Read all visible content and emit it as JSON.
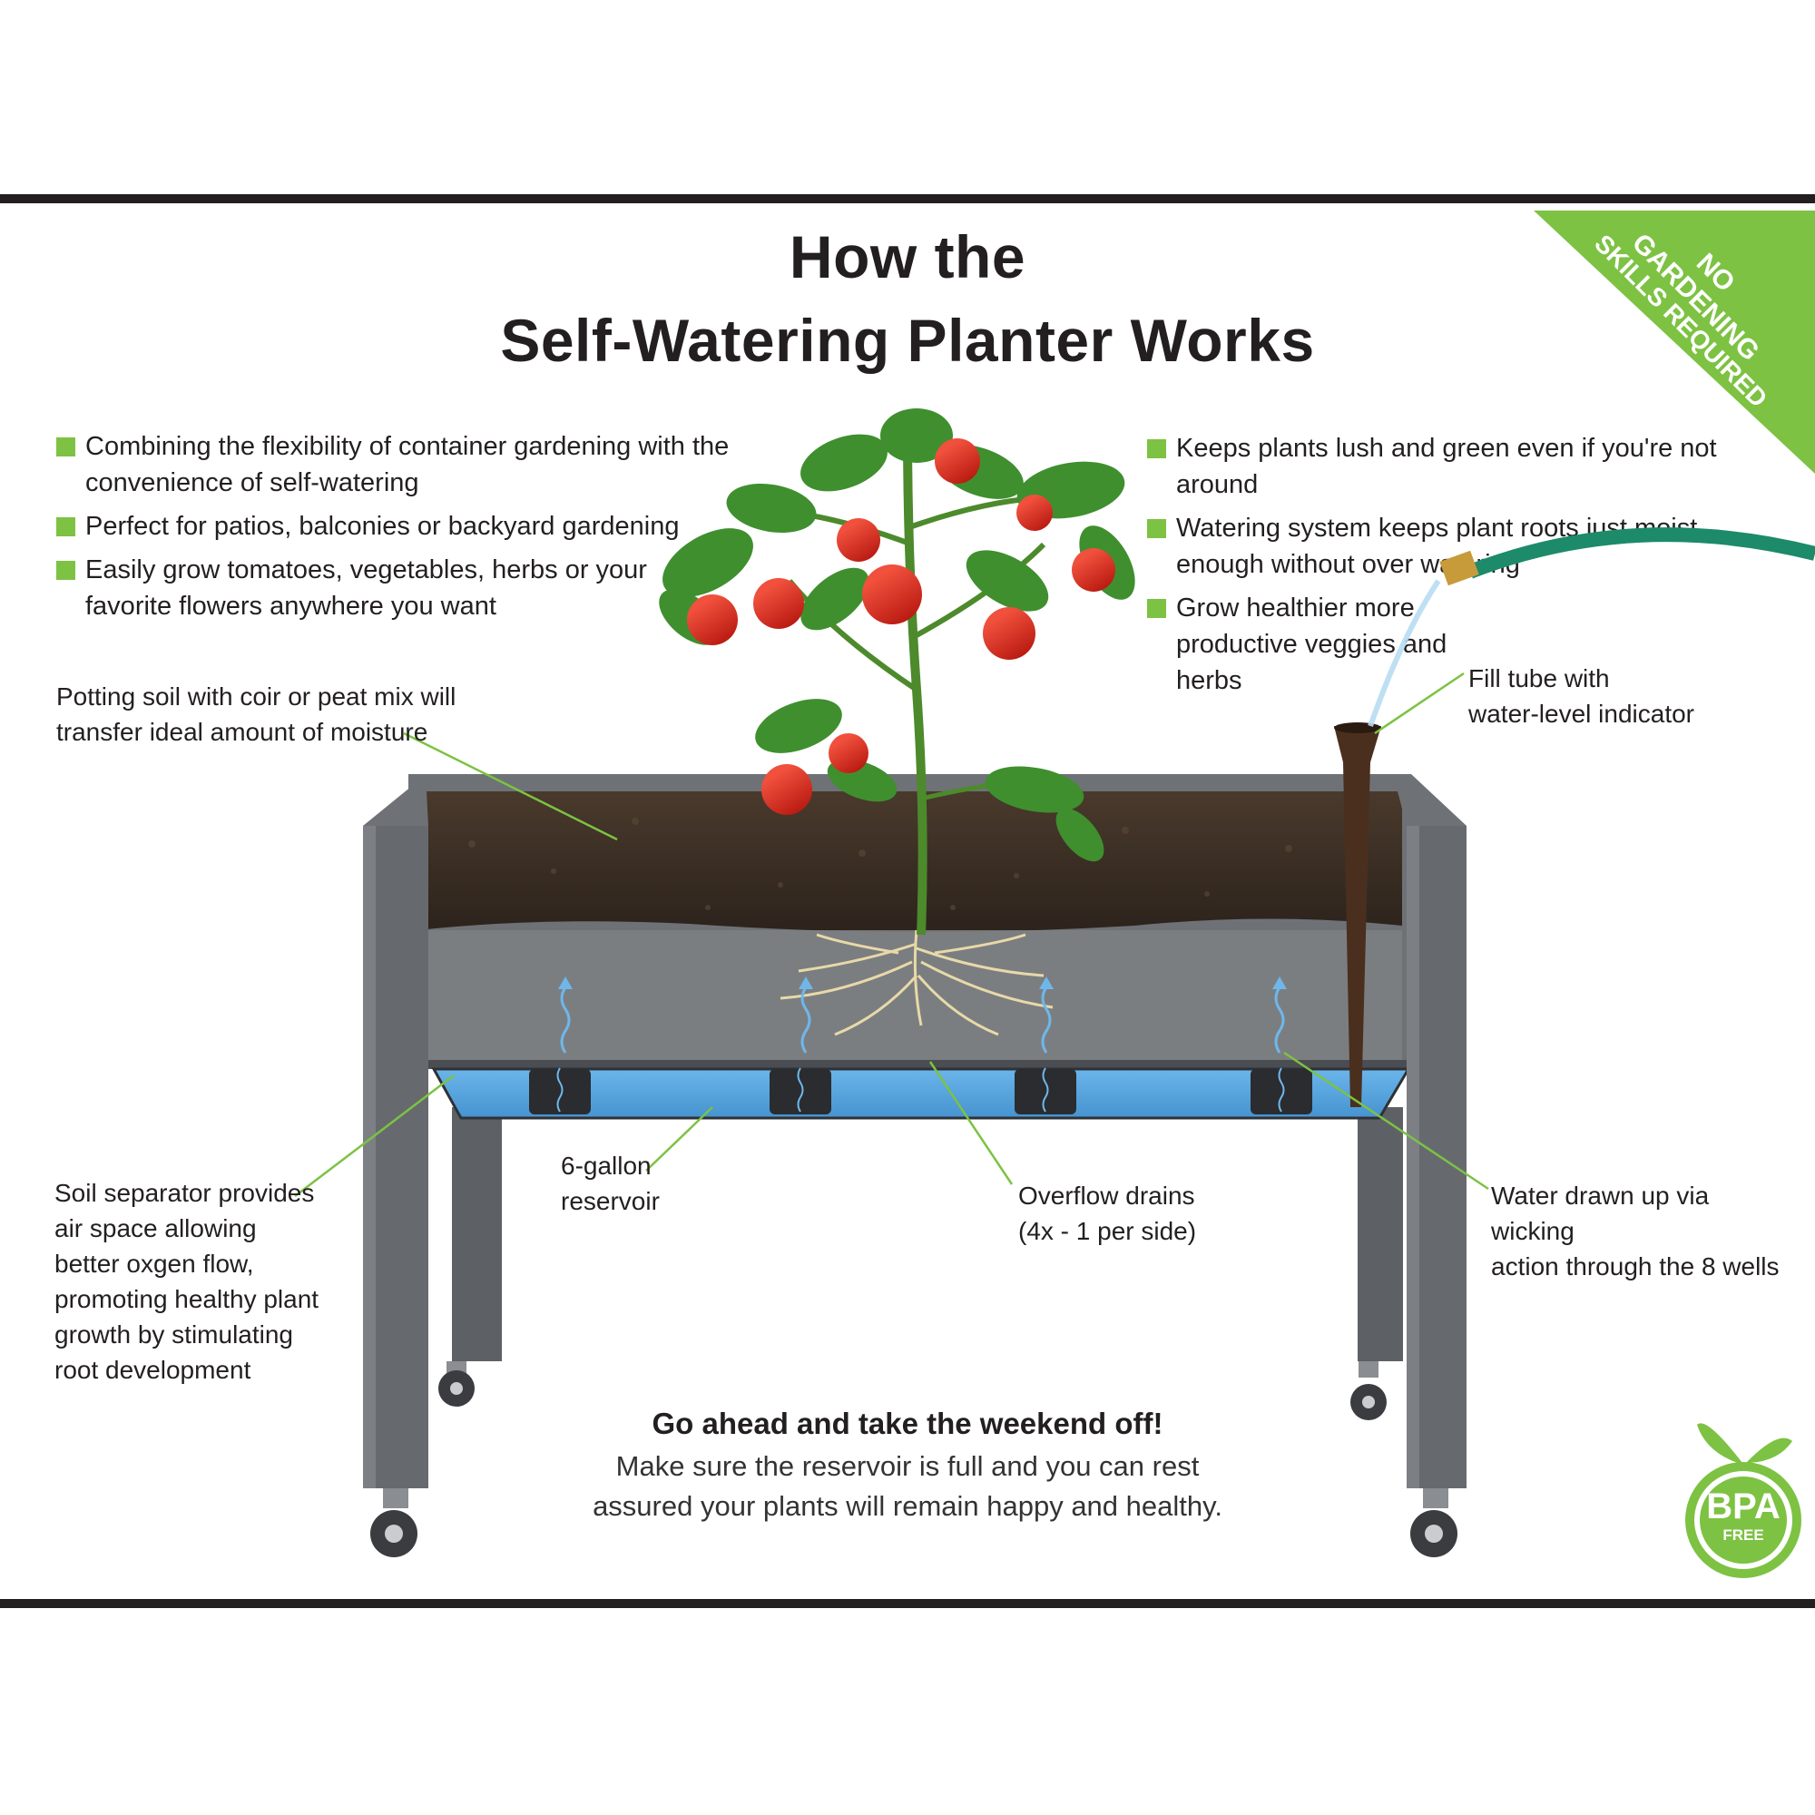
{
  "title": {
    "line1": "How the",
    "line2": "Self-Watering Planter Works"
  },
  "banner": {
    "line1": "No",
    "line2": "Gardening",
    "line3": "Skills Required",
    "color": "#7dc243"
  },
  "bullets_left": [
    "Combining the flexibility of container gardening with the convenience of self-watering",
    "Perfect for patios, balconies or backyard gardening",
    "Easily grow tomatoes, vegetables, herbs or your favorite flowers anywhere  you want"
  ],
  "bullets_right": [
    "Keeps plants lush and green even if you're not around",
    "Watering system keeps plant roots just moist enough without over watering",
    "Grow healthier more productive veggies and herbs"
  ],
  "labels": {
    "soil": "Potting soil with coir or peat mix will\ntransfer ideal amount of moisture",
    "fill_tube": "Fill tube with\nwater-level indicator",
    "separator": "Soil separator provides\nair  space allowing\nbetter oxgen flow,\npromoting healthy plant\ngrowth by stimulating\nroot development",
    "reservoir": "6-gallon\nreservoir",
    "drains": "Overflow drains\n(4x - 1 per side)",
    "wicking": "Water drawn up via wicking\naction through the 8 wells"
  },
  "footer": {
    "headline": "Go ahead and take the weekend off!",
    "body": "Make sure the reservoir is full and you can rest assured your plants will remain happy and healthy."
  },
  "badge": {
    "main": "BPA",
    "sub": "FREE",
    "color": "#7dc243"
  },
  "colors": {
    "accent_green": "#7dc243",
    "frame_gray": "#666a6e",
    "water_blue": "#5aa8e0",
    "soil_brown": "#3b2f26",
    "hose_green": "#1d8a6a"
  }
}
